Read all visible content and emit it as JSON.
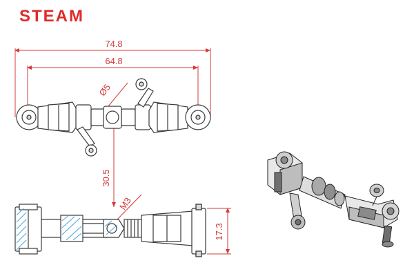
{
  "brand": {
    "logo_text": "STEAM",
    "accent_color": "#d23b3b"
  },
  "dimensions": {
    "overall_length": "74.8",
    "pin_span": "64.8",
    "ball_diameter": "Ø5",
    "height": "30.5",
    "thread": "M3",
    "side_height": "17.3"
  },
  "views": [
    "top-view",
    "side-section-view",
    "isometric-view"
  ]
}
